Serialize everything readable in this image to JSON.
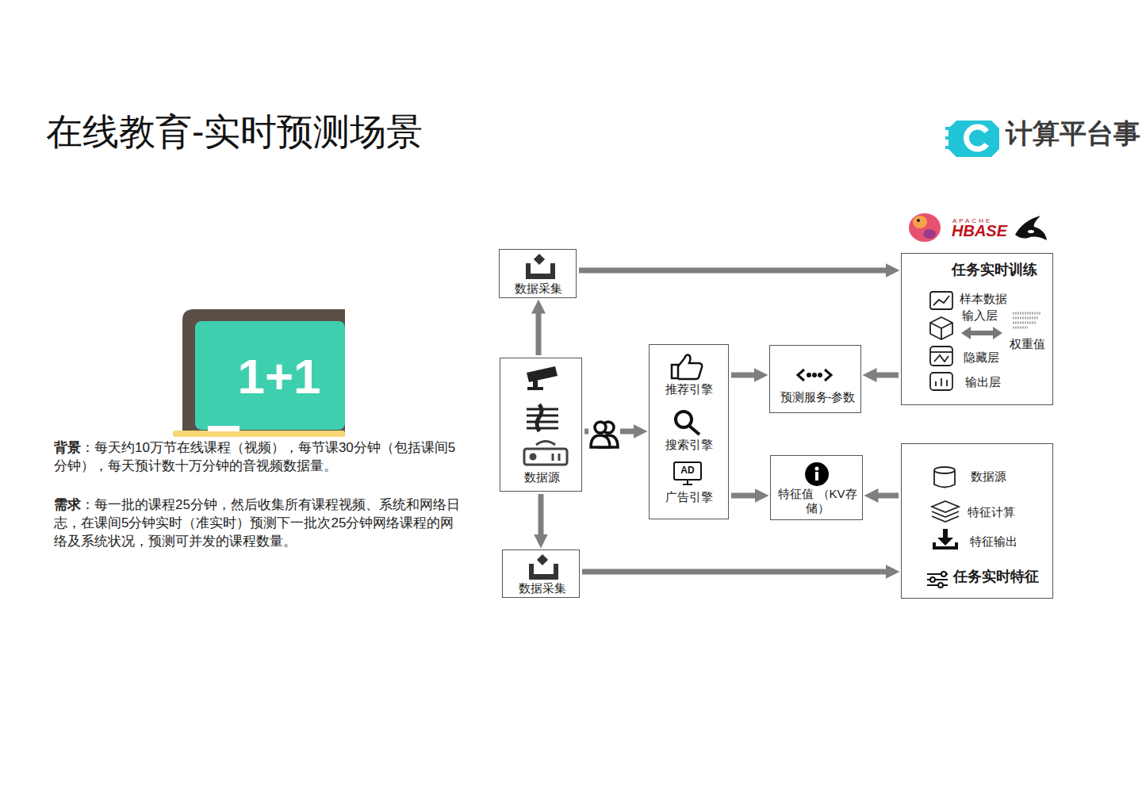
{
  "diagram": {
    "title": "在线教育-实时预测场景",
    "nodes": [
      {
        "text": [
          "数据采集"
        ]
      },
      {
        "text": [
          "数据源"
        ]
      },
      {
        "text": [
          "数据采集"
        ]
      },
      {
        "text": [
          "推荐引擎",
          "搜索引擎",
          "广告引擎"
        ]
      },
      {
        "text": [
          "预测服务-参数"
        ]
      },
      {
        "text": [
          "特征值 （KV存储）"
        ]
      },
      {
        "text": [
          "任务实时训练",
          "样本数据",
          "输入层",
          "权重值",
          "隐藏层",
          "输出层"
        ]
      },
      {
        "text": [
          "数据源",
          "特征计算",
          "特征输出",
          "任务实时特征"
        ]
      }
    ],
    "edges": [
      {
        "from": 1,
        "to": 0,
        "arrow": "to"
      },
      {
        "from": 1,
        "to": 2,
        "arrow": "to"
      },
      {
        "from": 0,
        "to": 6,
        "arrow": "to"
      },
      {
        "from": 2,
        "to": 7,
        "arrow": "to"
      },
      {
        "from": 1,
        "to": 3,
        "arrow": "to"
      },
      {
        "from": 3,
        "to": 4,
        "arrow": "to"
      },
      {
        "from": 3,
        "to": 5,
        "arrow": "to"
      },
      {
        "from": 6,
        "to": 4,
        "arrow": "to"
      },
      {
        "from": 7,
        "to": 5,
        "arrow": "to"
      }
    ],
    "labels": [
      "计算平台事",
      "1+1",
      "背景",
      "：每天约10万节在线课程（视频），每节课30分钟（包括课间5分钟），每天预计数十万分钟的音视频数据量。",
      "需求",
      "：每一批的课程25分钟，然后收集所有课程视频、系统和网络日志，在课间5分钟实时（准实时）预测下一批次25分钟网络课程的网络及系统状况，预测可并发的课程数量。",
      "APACHE",
      "HBASE",
      "AD"
    ]
  }
}
